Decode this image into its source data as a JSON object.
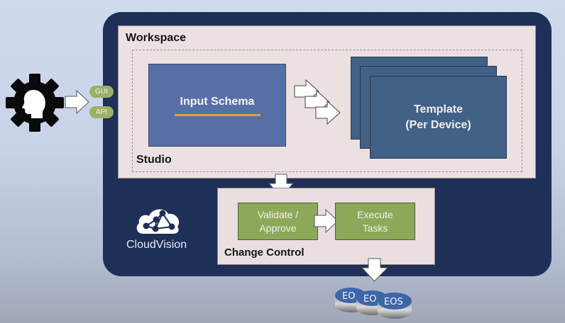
{
  "diagram": {
    "actor": {
      "icon": "gear-with-head-icon"
    },
    "entry_points": [
      "GUI",
      "API"
    ],
    "platform": {
      "name": "CloudVision",
      "icon": "cloudvision-cloud-network-icon"
    },
    "workspace": {
      "title": "Workspace",
      "studio": {
        "title": "Studio",
        "input": "Input Schema",
        "template_line1": "Template",
        "template_line2": "(Per Device)"
      }
    },
    "change_control": {
      "title": "Change Control",
      "steps": [
        "Validate /\nApprove",
        "Execute\nTasks"
      ],
      "step1_line1": "Validate /",
      "step1_line2": "Approve",
      "step2_line1": "Execute",
      "step2_line2": "Tasks"
    },
    "devices": [
      "EO",
      "EO",
      "EOS"
    ],
    "colors": {
      "background": "#c8d3e8",
      "platform": "#1e2f58",
      "panel": "#ebe1e1",
      "schema": "#5670a6",
      "template": "#426186",
      "accent_underline": "#dba13d",
      "step_green": "#8ea85a",
      "pill_green": "#9db066",
      "device_blue": "#3d66a8"
    }
  }
}
